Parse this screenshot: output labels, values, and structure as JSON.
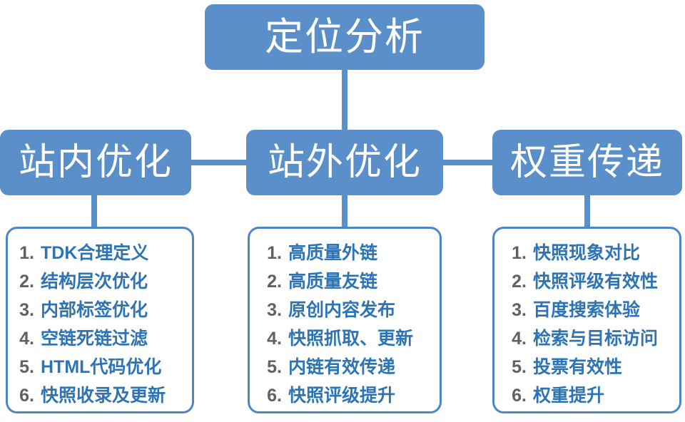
{
  "title": "定位分析",
  "root": {
    "label": "定位分析"
  },
  "branches": [
    {
      "label": "站内优化",
      "items": [
        {
          "num": "1.",
          "text": "TDK合理定义"
        },
        {
          "num": "2.",
          "text": "结构层次优化"
        },
        {
          "num": "3.",
          "text": "内部标签优化"
        },
        {
          "num": "4.",
          "text": "空链死链过滤"
        },
        {
          "num": "5.",
          "text": "HTML代码优化"
        },
        {
          "num": "6.",
          "text": "快照收录及更新"
        }
      ]
    },
    {
      "label": "站外优化",
      "items": [
        {
          "num": "1.",
          "text": "高质量外链"
        },
        {
          "num": "2.",
          "text": "高质量友链"
        },
        {
          "num": "3.",
          "text": "原创内容发布"
        },
        {
          "num": "4.",
          "text": "快照抓取、更新"
        },
        {
          "num": "5.",
          "text": "内链有效传递"
        },
        {
          "num": "6.",
          "text": "快照评级提升"
        }
      ]
    },
    {
      "label": "权重传递",
      "items": [
        {
          "num": "1.",
          "text": "快照现象对比"
        },
        {
          "num": "2.",
          "text": "快照评级有效性"
        },
        {
          "num": "3.",
          "text": "百度搜索体验"
        },
        {
          "num": "4.",
          "text": "检索与目标访问"
        },
        {
          "num": "5.",
          "text": "投票有效性"
        },
        {
          "num": "6.",
          "text": "权重提升"
        }
      ]
    }
  ],
  "colors": {
    "node_fill": "#5B8FC9",
    "node_text": "#FFFFFF",
    "panel_border": "#4E85C5",
    "panel_fill": "#FFFFFF",
    "list_text": "#2E74B5",
    "list_number": "#616161",
    "connector": "#5B8FC9",
    "background": "#FFFFFF"
  }
}
